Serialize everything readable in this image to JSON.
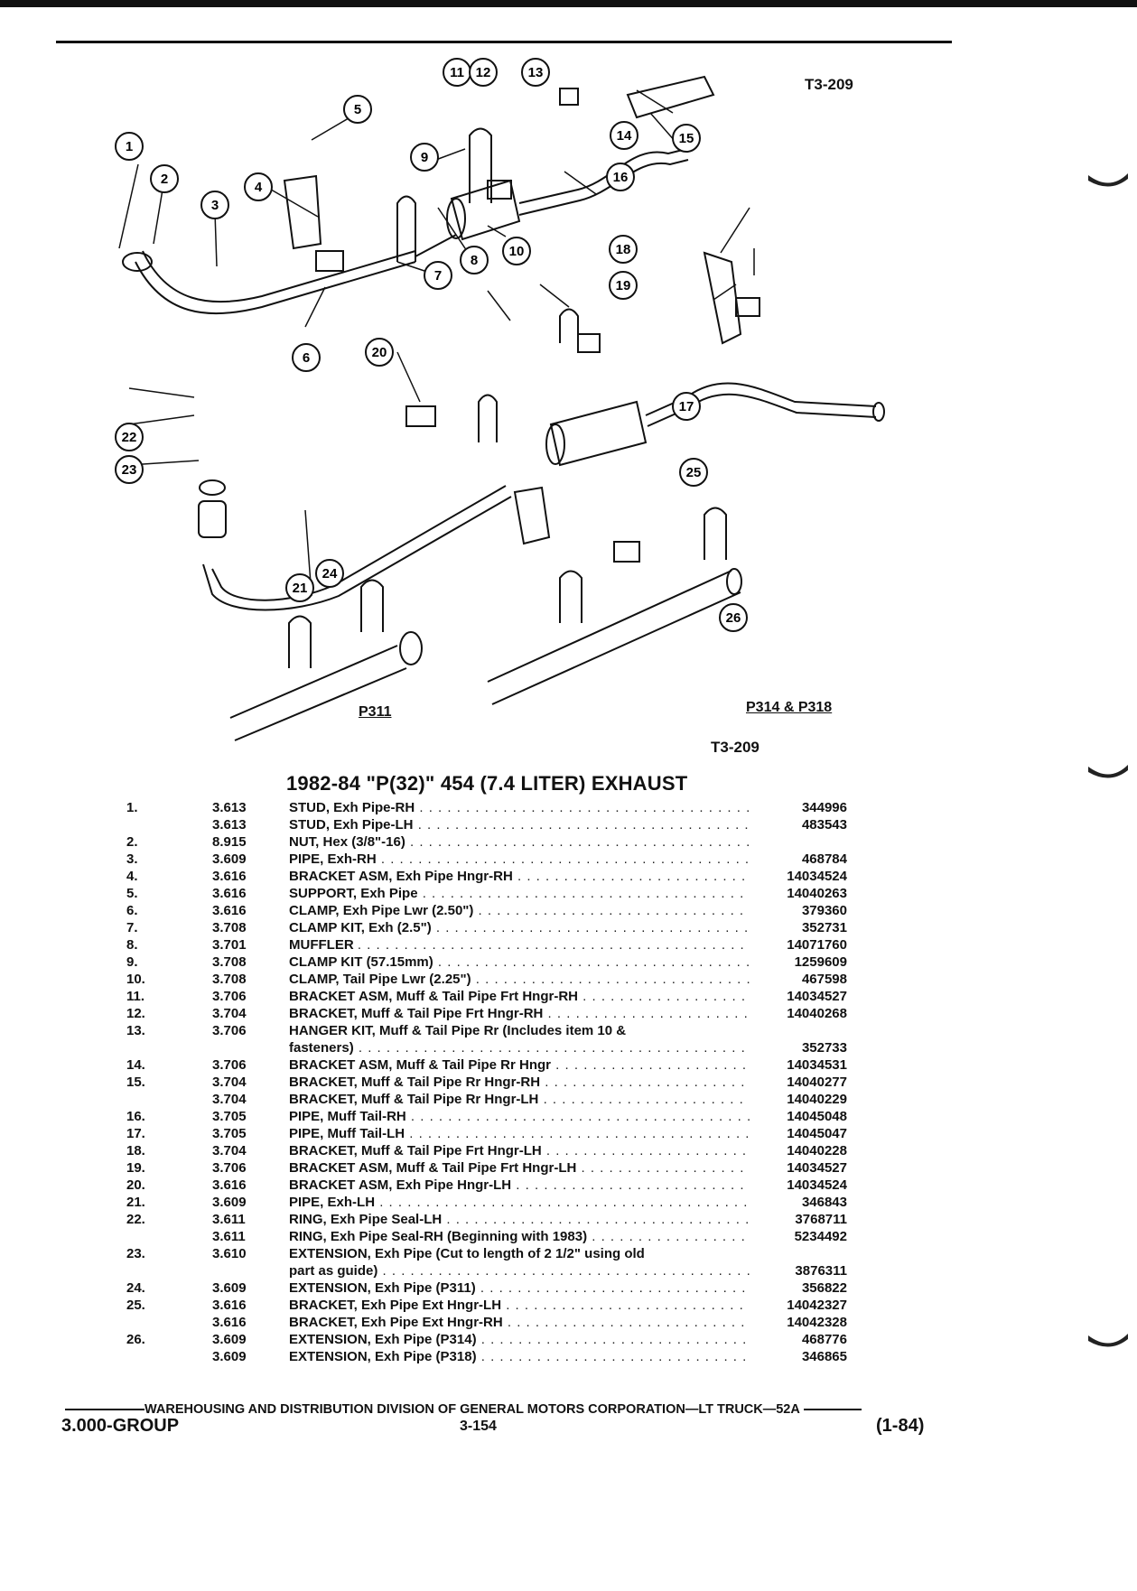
{
  "header": {
    "figure_code_top": "T3-209"
  },
  "diagram": {
    "callouts": [
      "1",
      "2",
      "3",
      "4",
      "5",
      "6",
      "7",
      "8",
      "9",
      "10",
      "11",
      "12",
      "13",
      "14",
      "15",
      "16",
      "17",
      "18",
      "19",
      "20",
      "21",
      "22",
      "23",
      "24",
      "25",
      "26"
    ],
    "views": {
      "left": "P311",
      "right": "P314 & P318"
    },
    "figure_code_bottom": "T3-209"
  },
  "title": "1982-84 \"P(32)\" 454 (7.4 LITER) EXHAUST",
  "parts": [
    {
      "item": "1.",
      "group": "3.613",
      "name": "STUD,",
      "desc": "Exh Pipe-RH",
      "part": "344996"
    },
    {
      "item": "",
      "group": "3.613",
      "name": "STUD,",
      "desc": "Exh Pipe-LH",
      "part": "483543"
    },
    {
      "item": "2.",
      "group": "8.915",
      "name": "NUT,",
      "desc": "Hex (3/8\"-16)",
      "part": ""
    },
    {
      "item": "3.",
      "group": "3.609",
      "name": "PIPE,",
      "desc": "Exh-RH",
      "part": "468784"
    },
    {
      "item": "4.",
      "group": "3.616",
      "name": "BRACKET ASM,",
      "desc": "Exh Pipe Hngr-RH",
      "part": "14034524"
    },
    {
      "item": "5.",
      "group": "3.616",
      "name": "SUPPORT,",
      "desc": "Exh Pipe",
      "part": "14040263"
    },
    {
      "item": "6.",
      "group": "3.616",
      "name": "CLAMP,",
      "desc": "Exh Pipe Lwr (2.50\")",
      "part": "379360"
    },
    {
      "item": "7.",
      "group": "3.708",
      "name": "CLAMP KIT,",
      "desc": "Exh (2.5\")",
      "part": "352731"
    },
    {
      "item": "8.",
      "group": "3.701",
      "name": "MUFFLER",
      "desc": "",
      "part": "14071760"
    },
    {
      "item": "9.",
      "group": "3.708",
      "name": "CLAMP KIT",
      "desc": "(57.15mm)",
      "part": "1259609"
    },
    {
      "item": "10.",
      "group": "3.708",
      "name": "CLAMP,",
      "desc": "Tail Pipe Lwr (2.25\")",
      "part": "467598"
    },
    {
      "item": "11.",
      "group": "3.706",
      "name": "BRACKET ASM,",
      "desc": "Muff & Tail Pipe Frt Hngr-RH",
      "part": "14034527"
    },
    {
      "item": "12.",
      "group": "3.704",
      "name": "BRACKET,",
      "desc": "Muff & Tail Pipe Frt Hngr-RH",
      "part": "14040268"
    },
    {
      "item": "13.",
      "group": "3.706",
      "name": "HANGER KIT,",
      "desc": "Muff & Tail Pipe Rr (Includes item 10 &",
      "part": "",
      "nodots": true
    },
    {
      "item": "",
      "group": "",
      "name": "",
      "desc": "fasteners)",
      "part": "352733"
    },
    {
      "item": "14.",
      "group": "3.706",
      "name": "BRACKET ASM,",
      "desc": "Muff & Tail Pipe Rr Hngr",
      "part": "14034531"
    },
    {
      "item": "15.",
      "group": "3.704",
      "name": "BRACKET,",
      "desc": "Muff & Tail Pipe Rr Hngr-RH",
      "part": "14040277"
    },
    {
      "item": "",
      "group": "3.704",
      "name": "BRACKET,",
      "desc": "Muff & Tail Pipe Rr Hngr-LH",
      "part": "14040229"
    },
    {
      "item": "16.",
      "group": "3.705",
      "name": "PIPE,",
      "desc": "Muff Tail-RH",
      "part": "14045048"
    },
    {
      "item": "17.",
      "group": "3.705",
      "name": "PIPE,",
      "desc": "Muff Tail-LH",
      "part": "14045047"
    },
    {
      "item": "18.",
      "group": "3.704",
      "name": "BRACKET,",
      "desc": "Muff & Tail Pipe Frt Hngr-LH",
      "part": "14040228"
    },
    {
      "item": "19.",
      "group": "3.706",
      "name": "BRACKET ASM,",
      "desc": "Muff & Tail Pipe Frt Hngr-LH",
      "part": "14034527"
    },
    {
      "item": "20.",
      "group": "3.616",
      "name": "BRACKET ASM,",
      "desc": "Exh Pipe Hngr-LH",
      "part": "14034524"
    },
    {
      "item": "21.",
      "group": "3.609",
      "name": "PIPE,",
      "desc": "Exh-LH",
      "part": "346843"
    },
    {
      "item": "22.",
      "group": "3.611",
      "name": "RING,",
      "desc": "Exh Pipe Seal-LH",
      "part": "3768711"
    },
    {
      "item": "",
      "group": "3.611",
      "name": "RING,",
      "desc": "Exh Pipe Seal-RH (Beginning with 1983)",
      "part": "5234492"
    },
    {
      "item": "23.",
      "group": "3.610",
      "name": "EXTENSION,",
      "desc": "Exh Pipe (Cut to length of 2 1/2\" using old",
      "part": "",
      "nodots": true
    },
    {
      "item": "",
      "group": "",
      "name": "",
      "desc": "part as guide)",
      "part": "3876311"
    },
    {
      "item": "24.",
      "group": "3.609",
      "name": "EXTENSION,",
      "desc": "Exh Pipe (P311)",
      "part": "356822"
    },
    {
      "item": "25.",
      "group": "3.616",
      "name": "BRACKET,",
      "desc": "Exh Pipe Ext Hngr-LH",
      "part": "14042327"
    },
    {
      "item": "",
      "group": "3.616",
      "name": "BRACKET,",
      "desc": "Exh Pipe Ext Hngr-RH",
      "part": "14042328"
    },
    {
      "item": "26.",
      "group": "3.609",
      "name": "EXTENSION,",
      "desc": "Exh Pipe (P314)",
      "part": "468776"
    },
    {
      "item": "",
      "group": "3.609",
      "name": "EXTENSION,",
      "desc": "Exh Pipe (P318)",
      "part": "346865"
    }
  ],
  "footer": {
    "division": "WAREHOUSING AND DISTRIBUTION DIVISION OF GENERAL MOTORS CORPORATION—LT TRUCK—52A",
    "group": "3.000-GROUP",
    "page": "3-154",
    "date": "(1-84)"
  }
}
